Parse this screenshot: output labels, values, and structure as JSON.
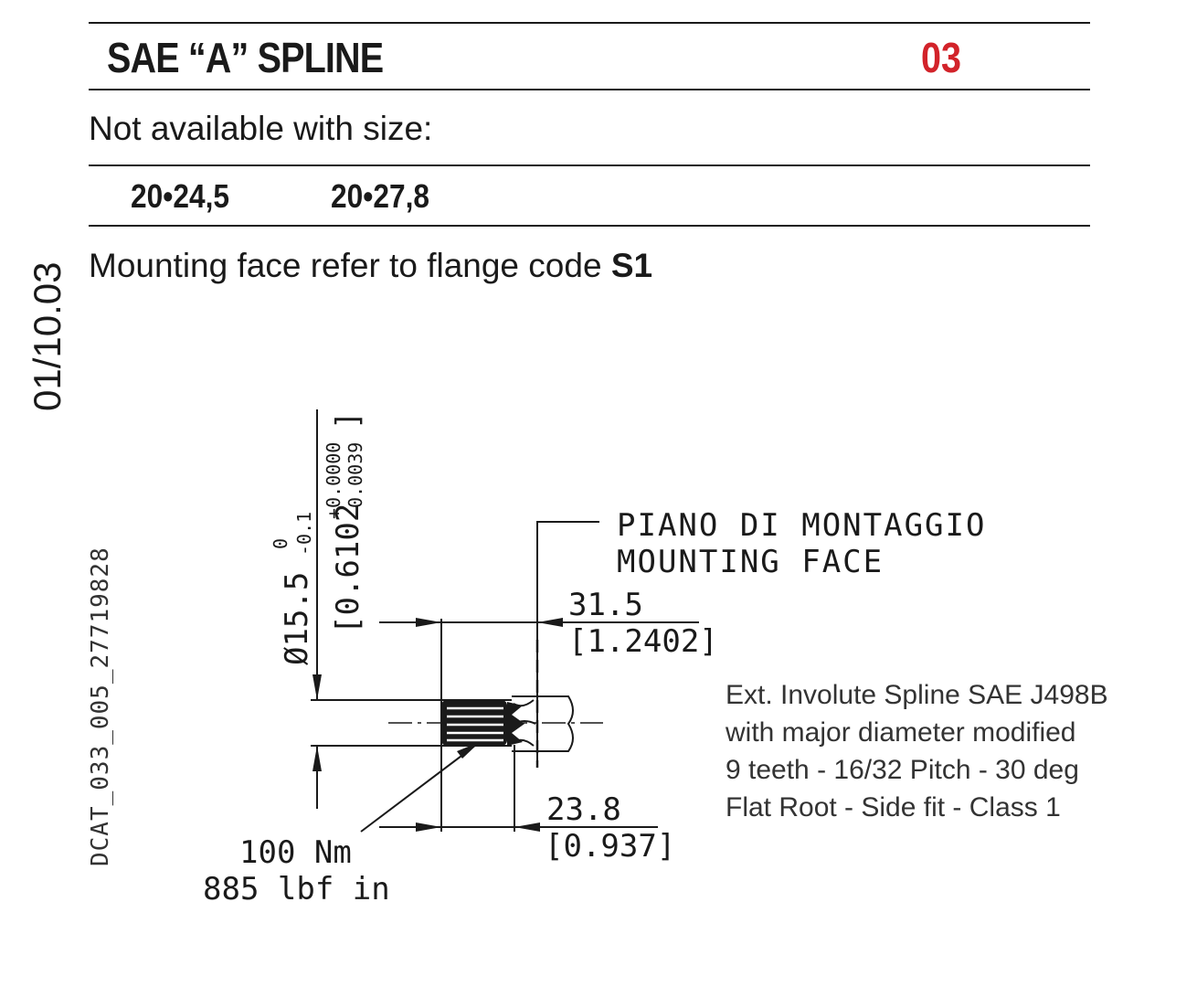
{
  "header": {
    "title": "SAE “A” SPLINE",
    "code": "03"
  },
  "availability": {
    "label": "Not available with size:",
    "sizes": [
      "20•24,5",
      "20•27,8"
    ]
  },
  "mounting": {
    "text": "Mounting face refer to flange code ",
    "flange_code": "S1"
  },
  "side": {
    "date": "01/10.03",
    "doc_code": "DCAT_033_005_27719828"
  },
  "drawing": {
    "mounting_face_it": "PIANO DI MONTAGGIO",
    "mounting_face_en": "MOUNTING FACE",
    "dim_length_mm": "31.5",
    "dim_length_in": "[1.2402]",
    "dim_spline_mm": "23.8",
    "dim_spline_in": "[0.937]",
    "diameter": "Ø15.5",
    "diameter_tol_upper": "0",
    "diameter_tol_lower": "-0.1",
    "diameter_in": "[0.6102",
    "diameter_in_tol_upper": "+0.0000",
    "diameter_in_tol_lower": "-0.0039",
    "diameter_in_close": "]",
    "torque_nm": "100 Nm",
    "torque_lbf": "885 lbf in"
  },
  "spec": {
    "lines": [
      "Ext. Involute Spline SAE J498B",
      "with major diameter modified",
      "9 teeth - 16/32 Pitch - 30 deg",
      "Flat Root - Side fit - Class 1"
    ]
  }
}
